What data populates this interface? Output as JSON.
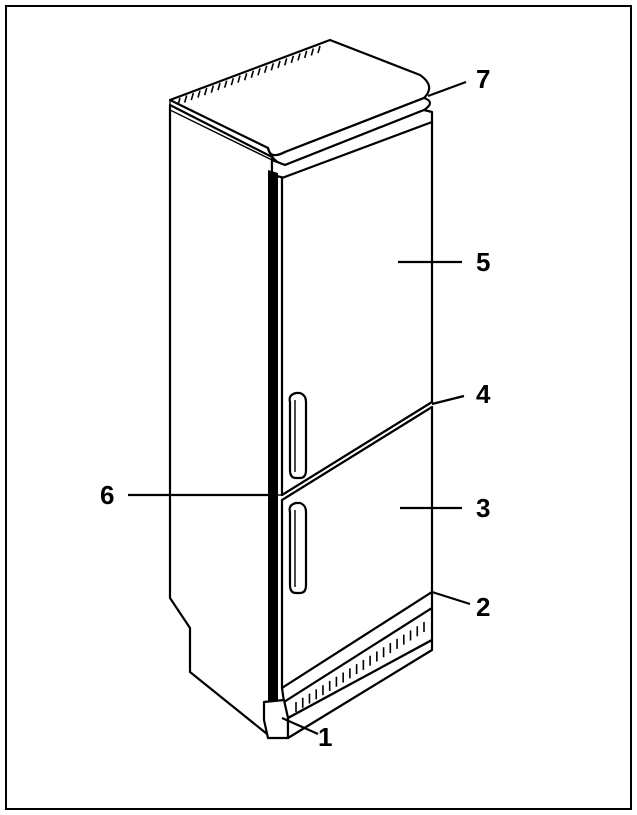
{
  "diagram": {
    "subject": "fridge-freezer-appliance",
    "colors": {
      "line": "#000000",
      "background": "#ffffff"
    },
    "callouts": [
      {
        "id": "callout-1",
        "number": "1"
      },
      {
        "id": "callout-2",
        "number": "2"
      },
      {
        "id": "callout-3",
        "number": "3"
      },
      {
        "id": "callout-4",
        "number": "4"
      },
      {
        "id": "callout-5",
        "number": "5"
      },
      {
        "id": "callout-6",
        "number": "6"
      },
      {
        "id": "callout-7",
        "number": "7"
      }
    ]
  }
}
